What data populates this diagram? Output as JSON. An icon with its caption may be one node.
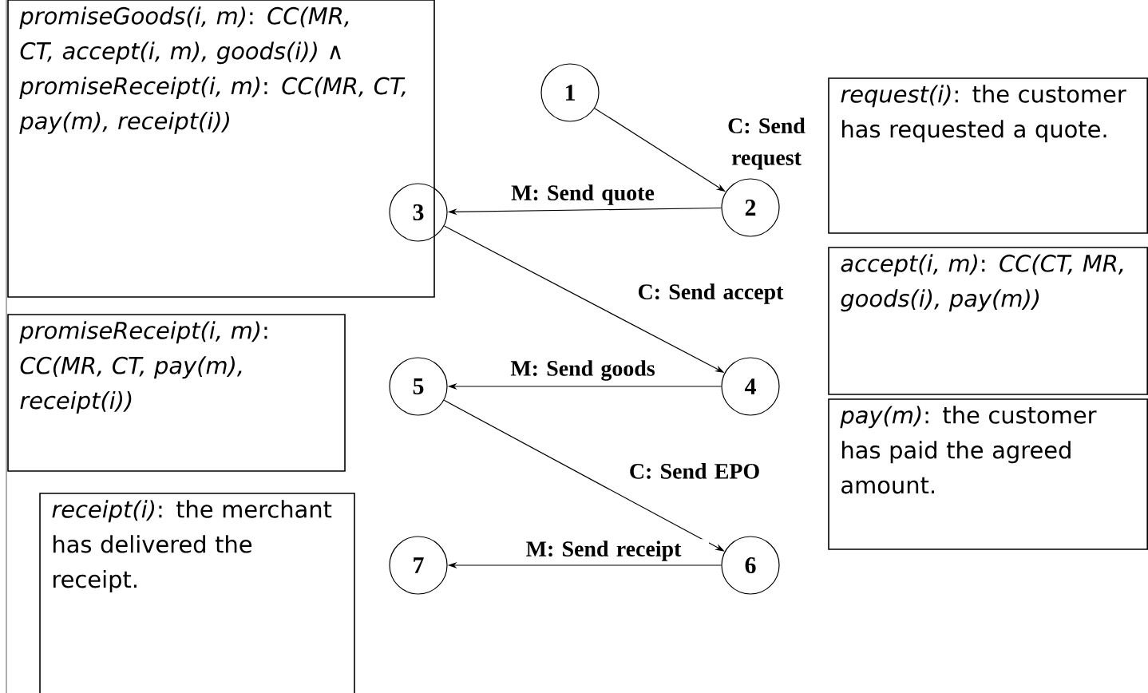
{
  "diagram": {
    "nodes": [
      {
        "text": [
          "*promiseGoods(i, m)*: *CC(MR, CT, accept(i, m), goods(i))* ∧ *promiseReceipt(i, m)*: *CC(MR, CT, pay(m), receipt(i))*"
        ]
      },
      {
        "text": [
          "*promiseReceipt(i, m)*: *CC(MR, CT, pay(m), receipt(i))*"
        ]
      },
      {
        "text": [
          "*receipt(i)*: the merchant has delivered the receipt."
        ]
      },
      {
        "text": [
          "*request(i)*: the customer has requested a quote."
        ]
      },
      {
        "text": [
          "*accept(i, m)*: *CC(CT, MR, goods(i), pay(m))*"
        ]
      },
      {
        "text": [
          "*pay(m)*: the customer has paid the agreed amount."
        ]
      },
      {
        "text": [
          "1"
        ]
      },
      {
        "text": [
          "2"
        ]
      },
      {
        "text": [
          "3"
        ]
      },
      {
        "text": [
          "4"
        ]
      },
      {
        "text": [
          "5"
        ]
      },
      {
        "text": [
          "6"
        ]
      },
      {
        "text": [
          "7"
        ]
      }
    ],
    "edges": [
      {
        "from": 6,
        "to": 7,
        "arrow": "to",
        "label": "C: Send request"
      },
      {
        "from": 7,
        "to": 8,
        "arrow": "to",
        "label": "M: Send quote"
      },
      {
        "from": 8,
        "to": 9,
        "arrow": "to",
        "label": "C: Send accept"
      },
      {
        "from": 9,
        "to": 10,
        "arrow": "to",
        "label": "M: Send goods"
      },
      {
        "from": 10,
        "to": 11,
        "arrow": "to",
        "label": "C: Send EPO"
      },
      {
        "from": 11,
        "to": 12,
        "arrow": "to",
        "label": "M: Send receipt"
      }
    ]
  }
}
